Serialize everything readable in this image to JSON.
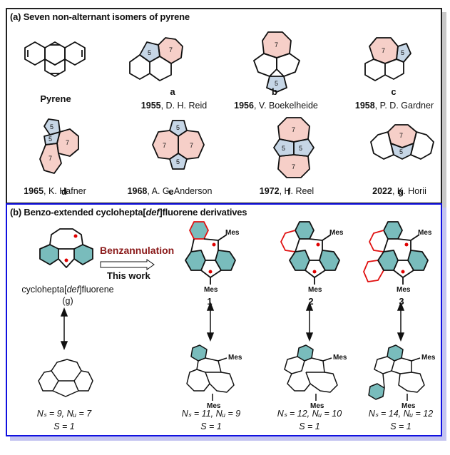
{
  "panel_a": {
    "title": "(a) Seven non-alternant isomers of pyrene",
    "molecules": [
      {
        "label": "Pyrene",
        "caption_year": "",
        "caption_author": ""
      },
      {
        "label": "a",
        "caption_year": "1955",
        "caption_author": ", D. H. Reid"
      },
      {
        "label": "b",
        "caption_year": "1956",
        "caption_author": ", V. Boekelheide"
      },
      {
        "label": "c",
        "caption_year": "1958",
        "caption_author": ", P. D. Gardner"
      },
      {
        "label": "d",
        "caption_year": "1965",
        "caption_author": ", K. Hafner"
      },
      {
        "label": "e",
        "caption_year": "1968",
        "caption_author": ", A. G. Anderson"
      },
      {
        "label": "f",
        "caption_year": "1972",
        "caption_author": ", H. Reel"
      },
      {
        "label": "g",
        "caption_year": "2022",
        "caption_author": ", K. Horii"
      }
    ],
    "ring_labels": {
      "seven": "7",
      "five": "5"
    }
  },
  "panel_b": {
    "title_prefix": "(b)  Benzo-extended cyclohepta[",
    "title_italic": "def",
    "title_suffix": "]fluorene derivatives",
    "arrow_top": "Benzannulation",
    "arrow_bottom": "This work",
    "parent_name_prefix": "cyclohepta[",
    "parent_name_italic": "def",
    "parent_name_suffix": "]fluorene",
    "parent_label": "(g)",
    "substituent": "Mes",
    "compounds": [
      {
        "label": "",
        "ns": "Nₛ = 9, Nᵤ = 7",
        "s": "S = 1"
      },
      {
        "label": "1",
        "ns": "Nₛ = 11, Nᵤ = 9",
        "s": "S = 1"
      },
      {
        "label": "2",
        "ns": "Nₛ = 12, Nᵤ = 10",
        "s": "S = 1"
      },
      {
        "label": "3",
        "ns": "Nₛ = 14, Nᵤ = 12",
        "s": "S = 1"
      }
    ]
  },
  "colors": {
    "seven_ring": "#f6cfc8",
    "five_ring": "#c6d6e6",
    "benzenoid_fill": "#79bcbc",
    "radical_red": "#e00000",
    "benzannulation_text": "#8b1a1a",
    "panel_b_border": "#1010e0"
  }
}
